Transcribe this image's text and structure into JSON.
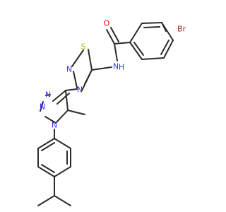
{
  "molecule": {
    "colors": {
      "bond": "#2b2b2b",
      "N": "#3333ff",
      "O": "#ff0000",
      "S": "#b8b800",
      "Br": "#a52a2a",
      "background": "#ffffff"
    },
    "labels": {
      "o_carbonyl": "O",
      "br": "Br",
      "nh": "N",
      "h_amide": "H",
      "s_thiadiazole": "S",
      "n_thiadiazole_2": "N",
      "n_thiadiazole_4": "N",
      "n_triazole_1": "N",
      "n_triazole_2": "N",
      "n_triazole_3": "N",
      "methyl": "methyl"
    }
  }
}
